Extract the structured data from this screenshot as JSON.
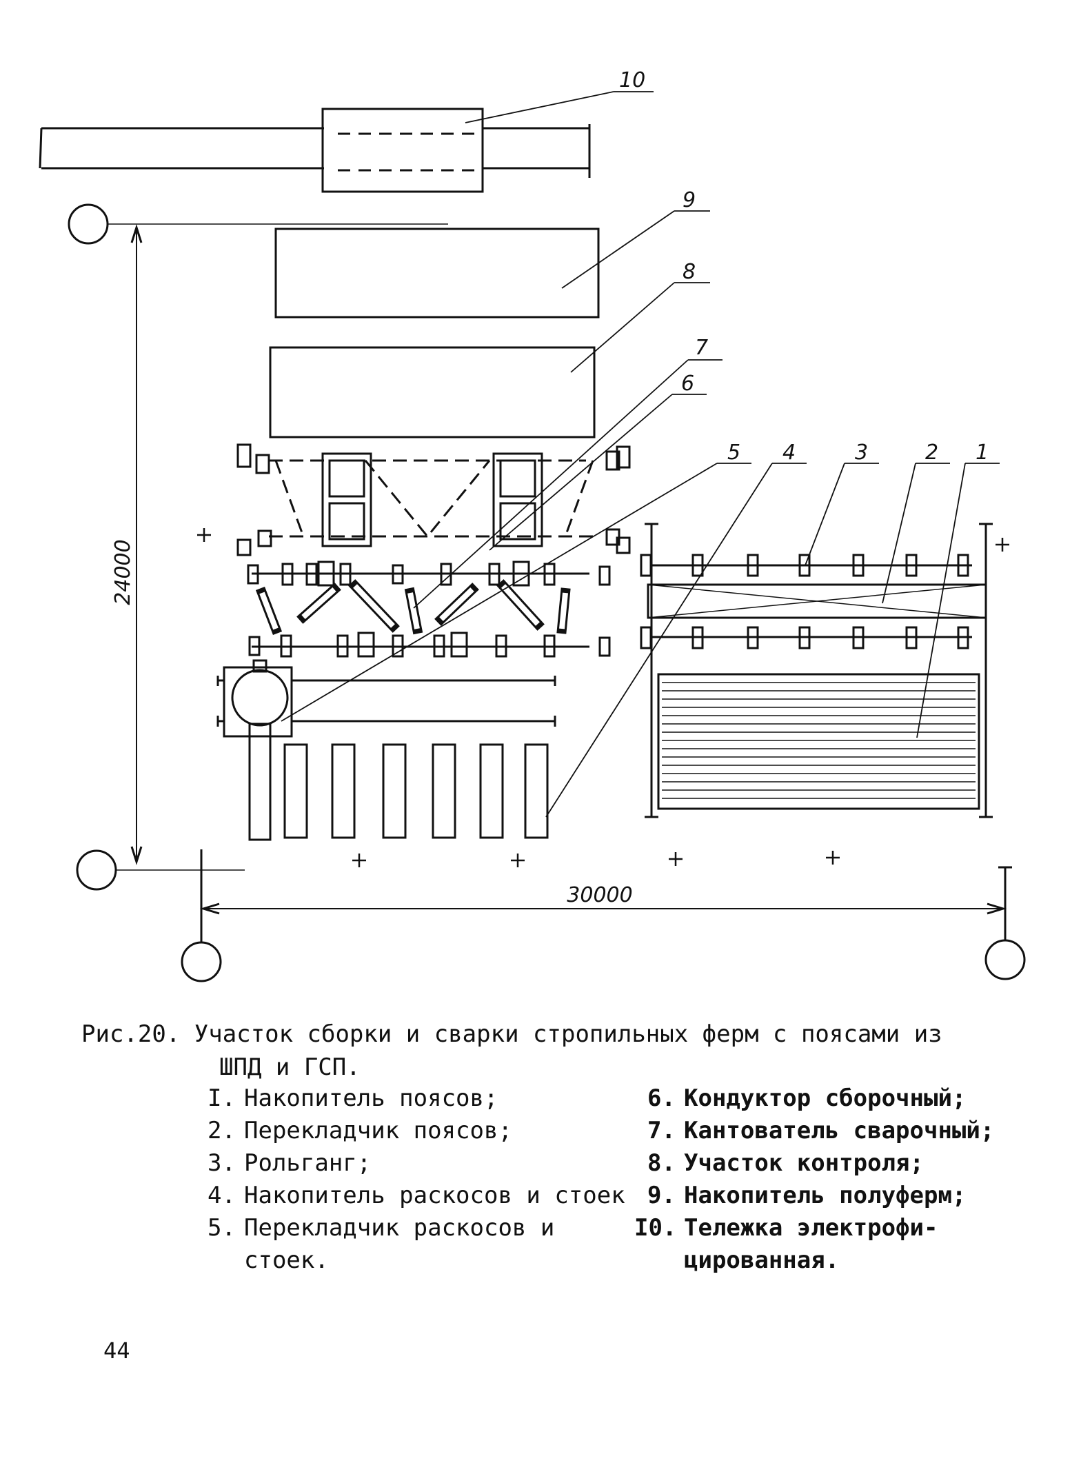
{
  "figure": {
    "callouts": [
      "10",
      "9",
      "8",
      "7",
      "6",
      "5",
      "4",
      "3",
      "2",
      "1"
    ],
    "dimensions": {
      "vertical": "24000",
      "horizontal": "30000"
    }
  },
  "caption": {
    "title": "Рис.20. Участок сборки и сварки стропильных ферм с поясами из",
    "title_cont": "ШПД и ГСП."
  },
  "legend_left": [
    {
      "num": "I.",
      "text": "Накопитель поясов;"
    },
    {
      "num": "2.",
      "text": "Перекладчик поясов;"
    },
    {
      "num": "3.",
      "text": "Рольганг;"
    },
    {
      "num": "4.",
      "text": "Накопитель раскосов и стоек"
    },
    {
      "num": "5.",
      "text": "Перекладчик раскосов и"
    },
    {
      "num": "",
      "text": "стоек."
    }
  ],
  "legend_right": [
    {
      "num": "6.",
      "text": "Кондуктор сборочный;"
    },
    {
      "num": "7.",
      "text": "Кантователь сварочный;"
    },
    {
      "num": "8.",
      "text": "Участок контроля;"
    },
    {
      "num": "9.",
      "text": "Накопитель полуферм;"
    },
    {
      "num": "I0.",
      "text": "Тележка электрофи-"
    },
    {
      "num": "",
      "text": "цированная."
    }
  ],
  "page": {
    "number": "44"
  }
}
